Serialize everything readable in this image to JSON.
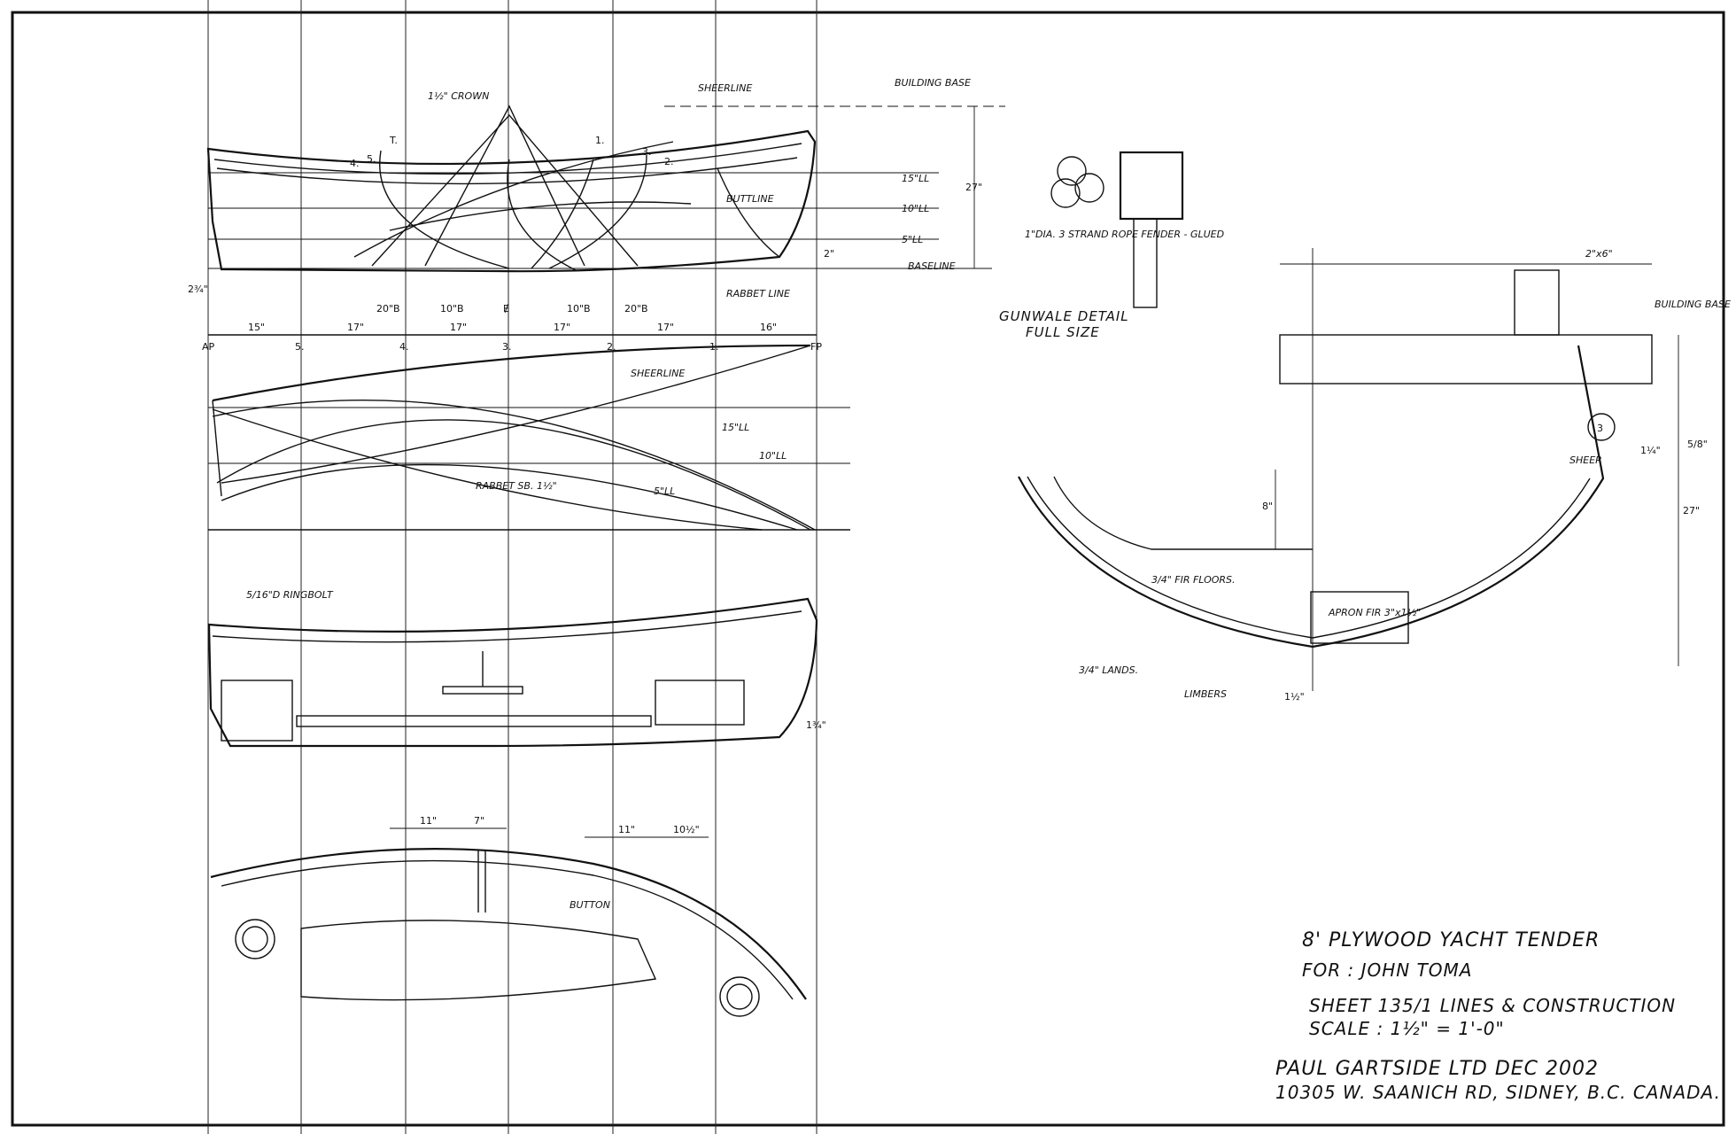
{
  "labels": {
    "building_base_top": "BUILDING BASE",
    "crown": "1½\" CROWN",
    "sheerline_profile": "SHEERLINE",
    "wl_15": "15\"LL",
    "wl_10": "10\"LL",
    "wl_5": "5\"LL",
    "baseline": "BASELINE",
    "rabbet_line": "RABBET LINE",
    "buttline": "BUTTLINE",
    "dim_2_3_4": "2¾\"",
    "dim_2": "2\"",
    "dim_27": "27\"",
    "sheerline_plan": "SHEERLINE",
    "rabbet_sb": "RABBET SB. 1½\"",
    "wl_15_plan": "15\"LL",
    "wl_10_plan": "10\"LL",
    "wl_5_plan": "5\"LL",
    "ringbolt": "5/16\"D RINGBOLT",
    "dim_1_3_4": "1¾\"",
    "button": "BUTTON",
    "rope_fender": "1\"DIA. 3 STRAND ROPE FENDER - GLUED",
    "gunwale_detail": "GUNWALE DETAIL",
    "full_size": "FULL SIZE",
    "stock": "2\"x6\"",
    "building_base_right": "BUILDING BASE",
    "station_circle": "3",
    "sheer": "SHEER",
    "dim_8": "8\"",
    "dim_27_right": "27\"",
    "dim_1_4": "1¼\"",
    "dim_5_8": "5/8\"",
    "fir_floors": "3/4\" FIR FLOORS.",
    "apron": "APRON FIR 3\"x1½\"",
    "lands": "3/4\" LANDS.",
    "limbers": "LIMBERS",
    "dim_1_1_2": "1½\""
  },
  "stations": {
    "top": [
      "AP",
      "5.",
      "4.",
      "3.",
      "2.",
      "1.",
      "FP"
    ],
    "spacing": [
      "15\"",
      "17\"",
      "17\"",
      "17\"",
      "17\"",
      "16\""
    ],
    "buttocks": [
      "20\"B",
      "10\"B",
      "Ɇ",
      "10\"B",
      "20\"B"
    ],
    "profile_numbers": [
      "4.",
      "5.",
      "T.",
      "1.",
      "3.",
      "2."
    ]
  },
  "plan_dims": {
    "d11a": "11\"",
    "d7": "7\"",
    "d11b": "11\"",
    "d10_1_2": "10½\""
  },
  "title_block": {
    "line1": "8' PLYWOOD YACHT TENDER",
    "line2": "FOR : JOHN TOMA",
    "line3": "SHEET 135/1 LINES & CONSTRUCTION",
    "line4": "SCALE : 1½\" = 1'-0\"",
    "line5": "PAUL GARTSIDE LTD DEC 2002",
    "line6": "10305 W. SAANICH RD, SIDNEY, B.C. CANADA."
  }
}
